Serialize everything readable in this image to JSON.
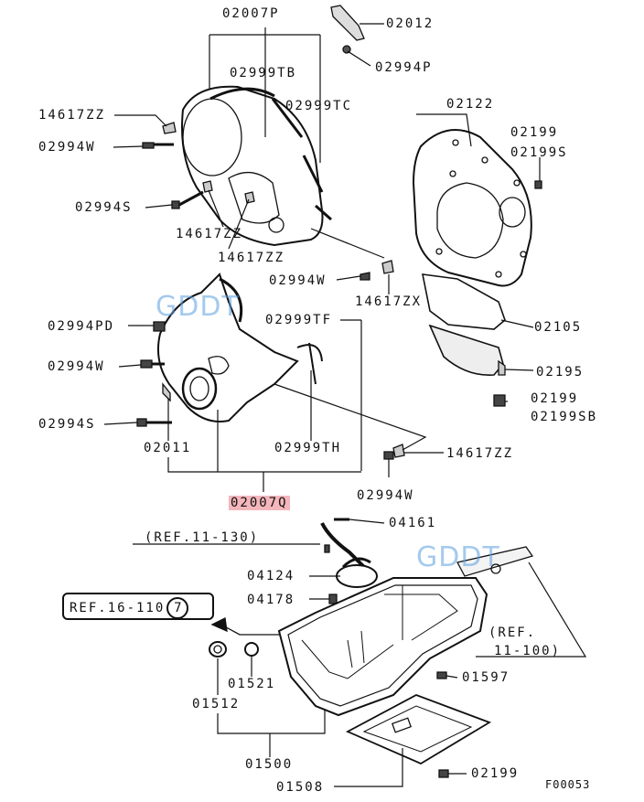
{
  "labels": {
    "p02007P": "02007P",
    "p02012": "02012",
    "p02994P": "02994P",
    "p02999TB": "02999TB",
    "p02999TC": "02999TC",
    "p14617ZZ_a": "14617ZZ",
    "p02994W_a": "02994W",
    "p02994S_a": "02994S",
    "p14617ZZ_b": "14617ZZ",
    "p14617ZZ_c": "14617ZZ",
    "p02122": "02122",
    "p02199_a": "02199",
    "p02199S": "02199S",
    "p02994W_b": "02994W",
    "p14617ZX": "14617ZX",
    "p02994PD": "02994PD",
    "p02999TF": "02999TF",
    "p02105": "02105",
    "p02994W_c": "02994W",
    "p02195": "02195",
    "p02199_b": "02199",
    "p02199SB": "02199SB",
    "p02994S_b": "02994S",
    "p02011": "02011",
    "p02999TH": "02999TH",
    "p14617ZZ_d": "14617ZZ",
    "p02994W_d": "02994W",
    "p02007Q": "02007Q",
    "p04161": "04161",
    "ref11_130": "(REF.11-130)",
    "p04124": "04124",
    "p04178": "04178",
    "ref16_110": "REF.16-110",
    "ref16_110_circle": "7",
    "ref11_100_a": "(REF.",
    "ref11_100_b": "11-100)",
    "p01521": "01521",
    "p01597": "01597",
    "p01512": "01512",
    "p01500": "01500",
    "p02199_c": "02199",
    "p01508": "01508",
    "figure_code": "F00053"
  },
  "watermarks": {
    "wm1": "GDDT",
    "wm2": "GDDT"
  },
  "colors": {
    "line": "#111111",
    "highlight": "#f4b6bc",
    "watermark": "#5a9fe0"
  }
}
